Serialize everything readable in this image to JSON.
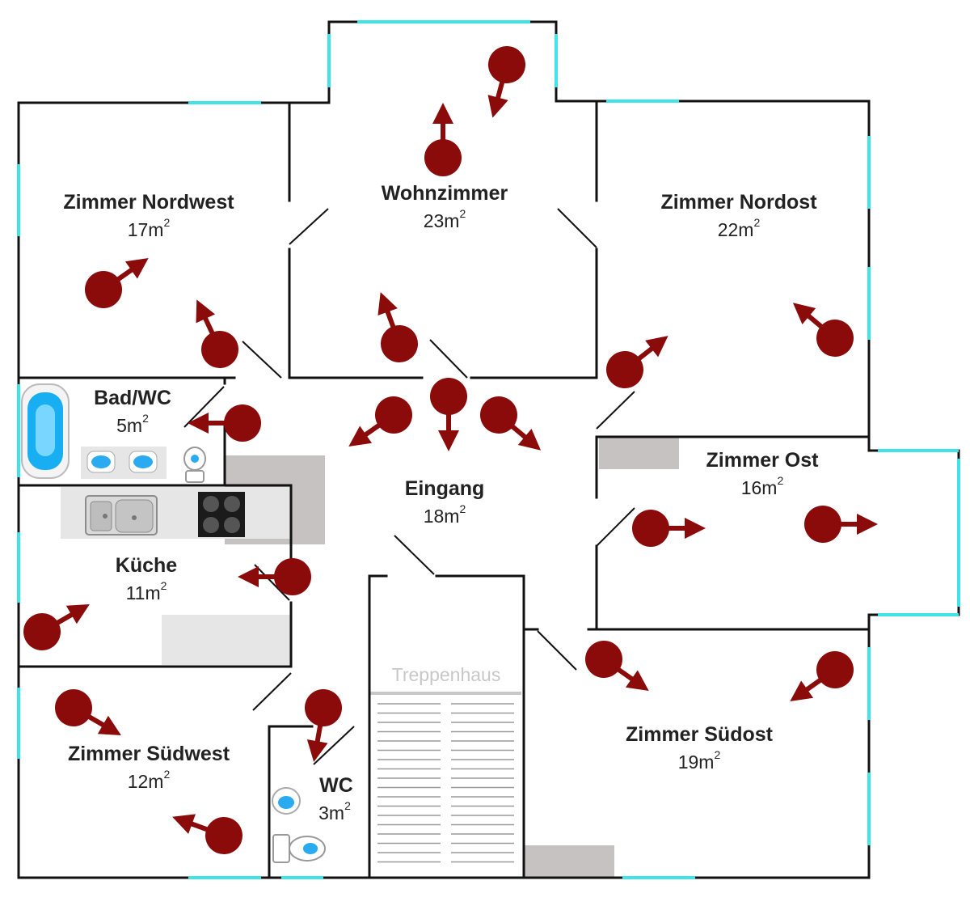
{
  "colors": {
    "wall": "#111111",
    "window": "#3fe3e8",
    "marker": "#8b0a0a",
    "counter": "#e6e6e6",
    "floor_block": "#c6c2c2"
  },
  "rooms": [
    {
      "key": "nordwest",
      "name": "Zimmer Nordwest",
      "area": "17m",
      "unit_sup": "2"
    },
    {
      "key": "wohnzimmer",
      "name": "Wohnzimmer",
      "area": "23m",
      "unit_sup": "2"
    },
    {
      "key": "nordost",
      "name": "Zimmer Nordost",
      "area": "22m",
      "unit_sup": "2"
    },
    {
      "key": "bad",
      "name": "Bad/WC",
      "area": "5m",
      "unit_sup": "2"
    },
    {
      "key": "eingang",
      "name": "Eingang",
      "area": "18m",
      "unit_sup": "2"
    },
    {
      "key": "ost",
      "name": "Zimmer Ost",
      "area": "16m",
      "unit_sup": "2"
    },
    {
      "key": "kueche",
      "name": "Küche",
      "area": "11m",
      "unit_sup": "2"
    },
    {
      "key": "suedwest",
      "name": "Zimmer Südwest",
      "area": "12m",
      "unit_sup": "2"
    },
    {
      "key": "wc",
      "name": "WC",
      "area": "3m",
      "unit_sup": "2"
    },
    {
      "key": "suedost",
      "name": "Zimmer Südost",
      "area": "19m",
      "unit_sup": "2"
    }
  ],
  "stairs": {
    "label": "Treppenhaus"
  },
  "icons": {
    "marker": "camera-viewpoint-icon",
    "bathtub": "bathtub-icon",
    "sink": "sink-icon",
    "toilet": "toilet-icon",
    "stove": "stove-icon",
    "kitchen_sink": "kitchen-sink-icon"
  }
}
